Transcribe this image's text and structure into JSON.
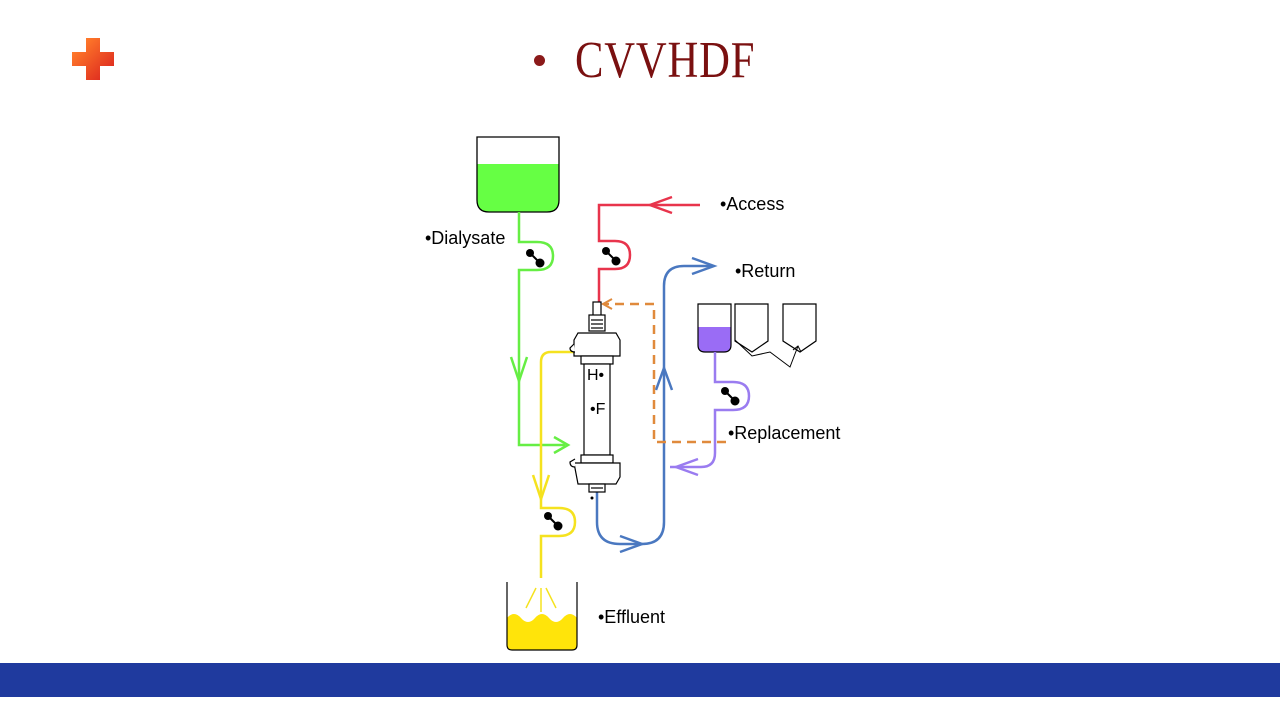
{
  "slide": {
    "title": "CVVHDF",
    "title_bullet": "•"
  },
  "labels": {
    "access": "•Access",
    "return": "•Return",
    "dialysate": "•Dialysate",
    "replacement": "•Replacement",
    "effluent": "•Effluent"
  },
  "filter": {
    "letter_h": "H•",
    "letter_f": "•F"
  },
  "icons": {
    "logo": "red-cross-icon"
  },
  "colors": {
    "title": "#7a1010",
    "footer": "#1f3a9e",
    "access_line": "#e8344c",
    "return_line": "#4a78c0",
    "dialysate_line": "#66ee44",
    "dialysate_fluid": "#66ff44",
    "effluent_line": "#f5e21f",
    "effluent_fluid": "#ffe40a",
    "replacement_line": "#9a7cf0",
    "replacement_fluid": "#9a6cf5",
    "dashed_line": "#e08a3c"
  }
}
